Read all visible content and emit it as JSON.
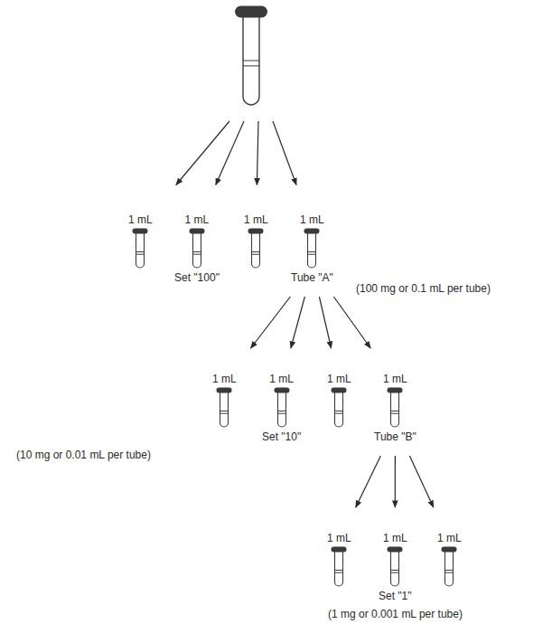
{
  "diagram": {
    "nodes": [
      {
        "text": []
      },
      {
        "text": [
          "1 mL"
        ]
      },
      {
        "text": [
          "1 mL",
          "Set \"100\""
        ]
      },
      {
        "text": [
          "1 mL"
        ]
      },
      {
        "text": [
          "1 mL",
          "Tube \"A\""
        ]
      },
      {
        "text": [
          "1 mL"
        ]
      },
      {
        "text": [
          "1 mL",
          "Set \"10\""
        ]
      },
      {
        "text": [
          "1 mL"
        ]
      },
      {
        "text": [
          "1 mL",
          "Tube \"B\""
        ]
      },
      {
        "text": [
          "1 mL"
        ]
      },
      {
        "text": [
          "1 mL",
          "Set \"1\""
        ]
      },
      {
        "text": [
          "1 mL"
        ]
      }
    ],
    "edges": [
      {
        "from": 0,
        "to": 1,
        "arrow": "to"
      },
      {
        "from": 0,
        "to": 2,
        "arrow": "to"
      },
      {
        "from": 0,
        "to": 3,
        "arrow": "to"
      },
      {
        "from": 0,
        "to": 4,
        "arrow": "to"
      },
      {
        "from": 4,
        "to": 5,
        "arrow": "to"
      },
      {
        "from": 4,
        "to": 6,
        "arrow": "to"
      },
      {
        "from": 4,
        "to": 7,
        "arrow": "to"
      },
      {
        "from": 4,
        "to": 8,
        "arrow": "to"
      },
      {
        "from": 8,
        "to": 9,
        "arrow": "to"
      },
      {
        "from": 8,
        "to": 10,
        "arrow": "to"
      },
      {
        "from": 8,
        "to": 11,
        "arrow": "to"
      }
    ],
    "labels": [
      "(100 mg or 0.1 mL per tube)",
      "(10 mg or 0.01 mL per tube)",
      "(1 mg or 0.001 mL per tube)"
    ]
  }
}
